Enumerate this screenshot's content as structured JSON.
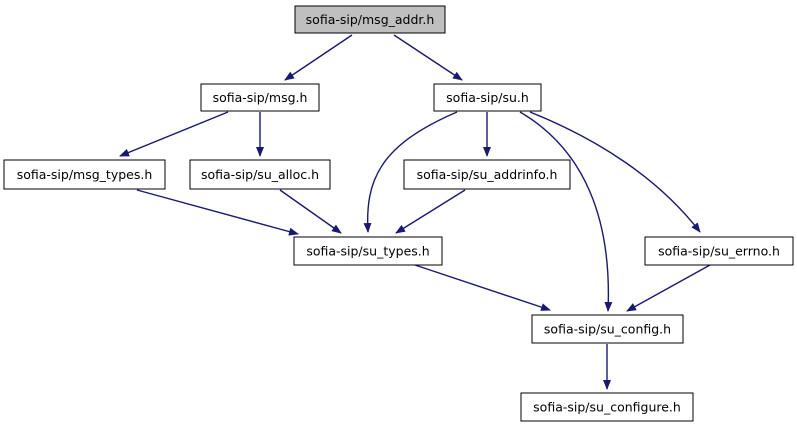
{
  "colors": {
    "node_fill": "#ffffff",
    "root_fill": "#bfbfbf",
    "edge": "#191970",
    "border": "#000000"
  },
  "nodes": {
    "msg_addr": "sofia-sip/msg_addr.h",
    "msg": "sofia-sip/msg.h",
    "su": "sofia-sip/su.h",
    "msg_types": "sofia-sip/msg_types.h",
    "su_alloc": "sofia-sip/su_alloc.h",
    "su_addrinfo": "sofia-sip/su_addrinfo.h",
    "su_types": "sofia-sip/su_types.h",
    "su_errno": "sofia-sip/su_errno.h",
    "su_config": "sofia-sip/su_config.h",
    "su_configure": "sofia-sip/su_configure.h"
  },
  "edges": [
    [
      "msg_addr",
      "msg"
    ],
    [
      "msg_addr",
      "su"
    ],
    [
      "msg",
      "msg_types"
    ],
    [
      "msg",
      "su_alloc"
    ],
    [
      "su",
      "su_types"
    ],
    [
      "su",
      "su_addrinfo"
    ],
    [
      "su",
      "su_config"
    ],
    [
      "su",
      "su_errno"
    ],
    [
      "msg_types",
      "su_types"
    ],
    [
      "su_alloc",
      "su_types"
    ],
    [
      "su_addrinfo",
      "su_types"
    ],
    [
      "su_types",
      "su_config"
    ],
    [
      "su_errno",
      "su_config"
    ],
    [
      "su_config",
      "su_configure"
    ]
  ]
}
